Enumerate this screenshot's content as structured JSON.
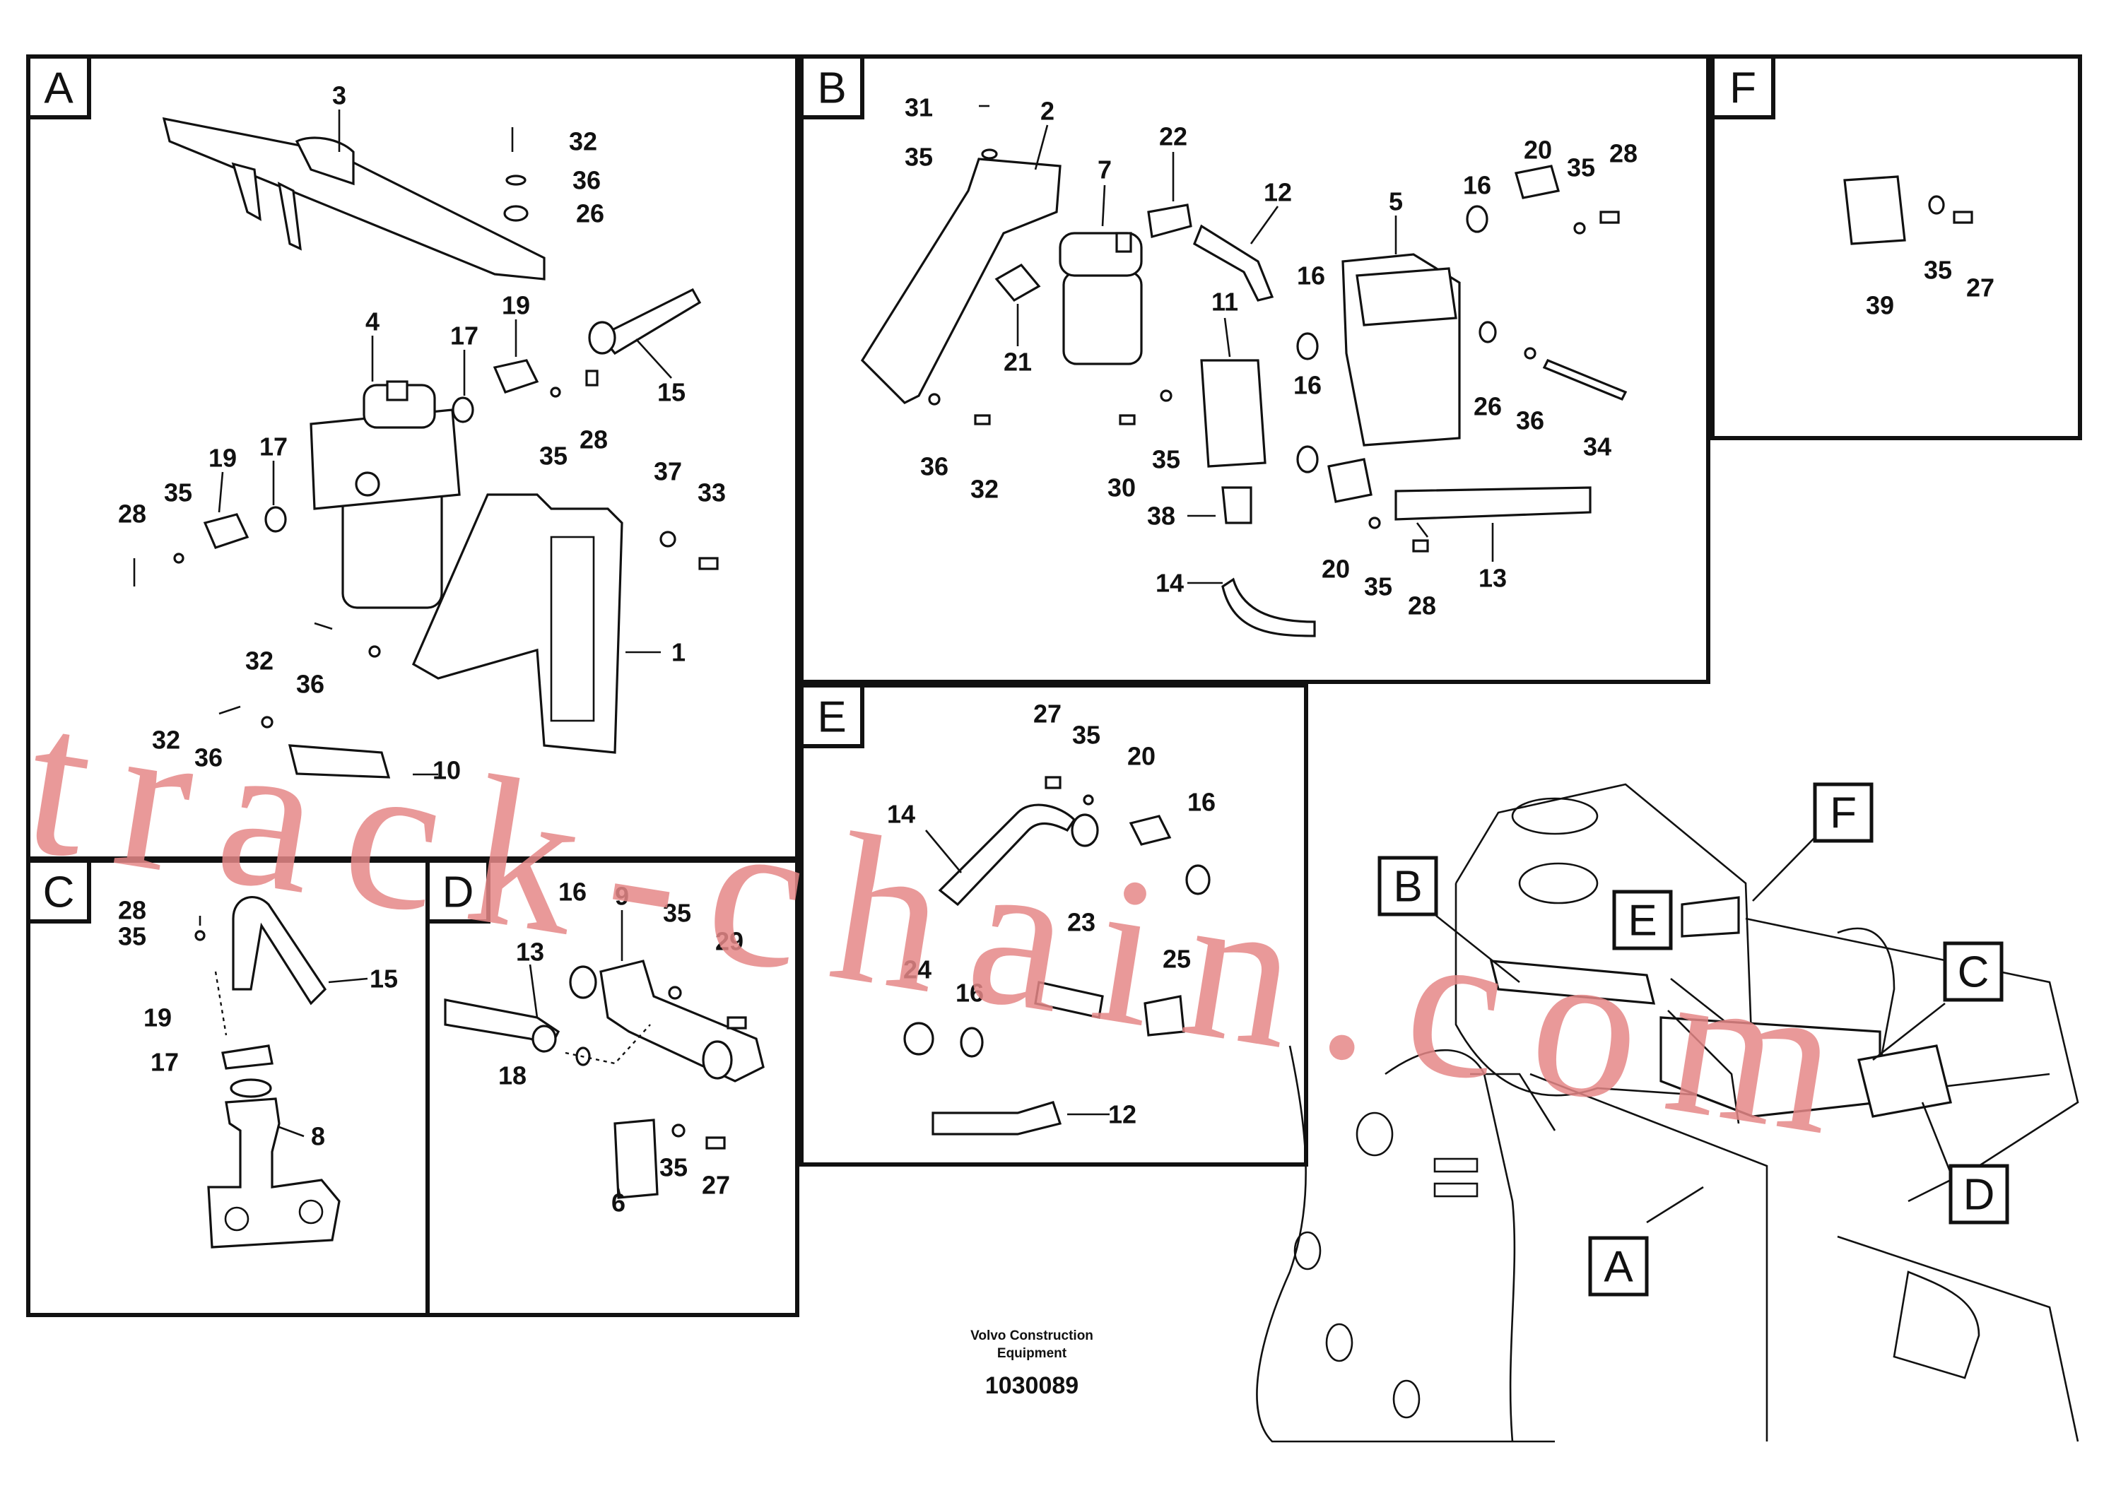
{
  "panels": [
    {
      "letter": "A",
      "callouts": [
        "3",
        "32",
        "36",
        "26",
        "4",
        "17",
        "19",
        "15",
        "35",
        "28",
        "19",
        "17",
        "35",
        "28",
        "37",
        "33",
        "32",
        "36",
        "1",
        "32",
        "36",
        "10"
      ]
    },
    {
      "letter": "B",
      "callouts": [
        "31",
        "2",
        "35",
        "7",
        "22",
        "12",
        "16",
        "20",
        "35",
        "28",
        "5",
        "21",
        "16",
        "11",
        "36",
        "32",
        "30",
        "35",
        "16",
        "26",
        "36",
        "34",
        "38",
        "20",
        "35",
        "28",
        "13",
        "14"
      ]
    },
    {
      "letter": "C",
      "callouts": [
        "28",
        "35",
        "15",
        "19",
        "17",
        "8"
      ]
    },
    {
      "letter": "D",
      "callouts": [
        "16",
        "9",
        "35",
        "29",
        "13",
        "18",
        "6",
        "35",
        "27"
      ]
    },
    {
      "letter": "E",
      "callouts": [
        "27",
        "35",
        "20",
        "16",
        "14",
        "23",
        "24",
        "16",
        "25",
        "12"
      ]
    },
    {
      "letter": "F",
      "callouts": [
        "39",
        "35",
        "27"
      ]
    }
  ],
  "overview": {
    "labels": [
      "B",
      "E",
      "F",
      "C",
      "D",
      "A"
    ]
  },
  "caption": {
    "org_line1": "Volvo Construction",
    "org_line2": "Equipment",
    "code": "1030089"
  },
  "watermark": "track-chain.com"
}
